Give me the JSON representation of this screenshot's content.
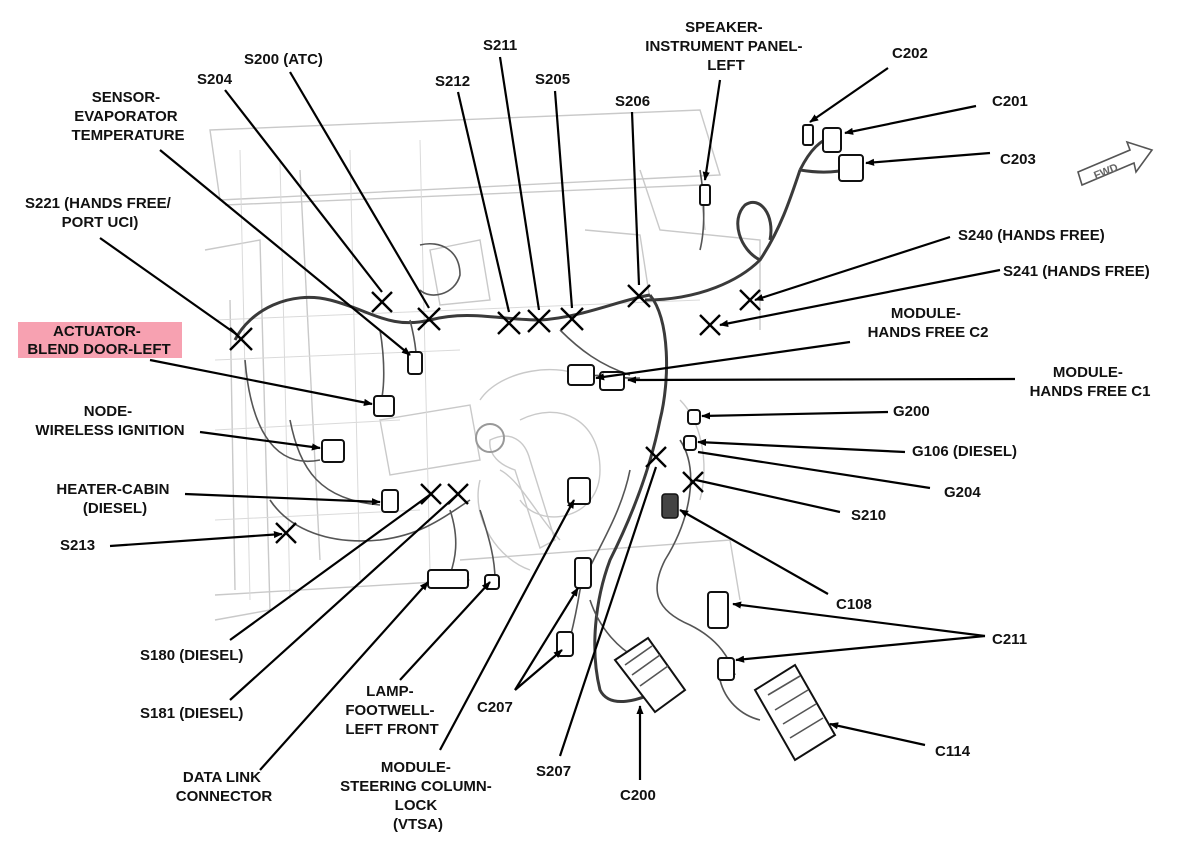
{
  "labels": {
    "speaker_ip_left": [
      "SPEAKER-",
      "INSTRUMENT PANEL-",
      "LEFT"
    ],
    "c202": "C202",
    "c201": "C201",
    "c203": "C203",
    "s211": "S211",
    "s200_atc": "S200 (ATC)",
    "s204": "S204",
    "s205": "S205",
    "s212": "S212",
    "s206": "S206",
    "sensor_evap": [
      "SENSOR-",
      "EVAPORATOR",
      "TEMPERATURE"
    ],
    "s221": [
      "S221 (HANDS FREE/",
      "PORT UCI)"
    ],
    "s240": "S240 (HANDS FREE)",
    "s241": "S241 (HANDS FREE)",
    "module_hf_c2": [
      "MODULE-",
      "HANDS FREE C2"
    ],
    "actuator_blend": [
      "ACTUATOR-",
      "BLEND DOOR-LEFT"
    ],
    "module_hf_c1": [
      "MODULE-",
      "HANDS FREE C1"
    ],
    "node_wireless": [
      "NODE-",
      "WIRELESS IGNITION"
    ],
    "g200": "G200",
    "g106": "G106 (DIESEL)",
    "heater_cabin": [
      "HEATER-CABIN",
      "(DIESEL)"
    ],
    "g204": "G204",
    "s210": "S210",
    "s213": "S213",
    "c108": "C108",
    "c211": "C211",
    "s180": "S180 (DIESEL)",
    "lamp_footwell": [
      "LAMP-",
      "FOOTWELL-",
      "LEFT FRONT"
    ],
    "c207": "C207",
    "s181": "S181 (DIESEL)",
    "c114": "C114",
    "data_link": [
      "DATA LINK",
      "CONNECTOR"
    ],
    "module_steering": [
      "MODULE-",
      "STEERING COLUMN-",
      "LOCK",
      "(VTSA)"
    ],
    "s207": "S207",
    "c200": "C200",
    "fwd": "FWD"
  },
  "colors": {
    "highlight": "#f7a1b1",
    "line": "#000000"
  }
}
